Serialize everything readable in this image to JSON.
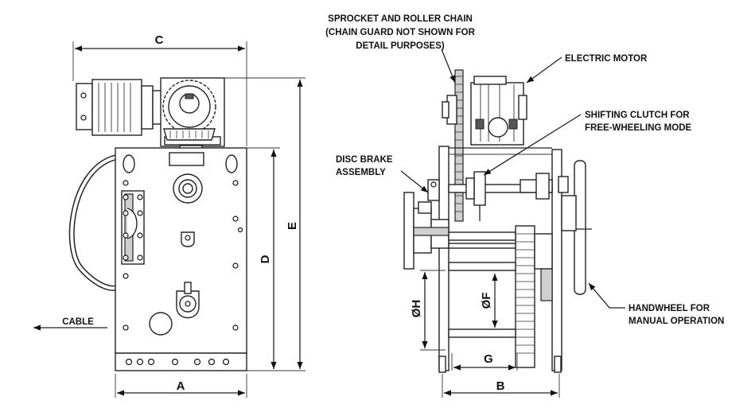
{
  "dimensions": {
    "a": "A",
    "b": "B",
    "c": "C",
    "d": "D",
    "e": "E",
    "f": "ØF",
    "g": "G",
    "h": "ØH"
  },
  "callouts": {
    "sprocket": [
      "SPROCKET AND ROLLER CHAIN",
      "(CHAIN GUARD NOT SHOWN FOR",
      "DETAIL PURPOSES)"
    ],
    "motor": [
      "ELECTRIC MOTOR"
    ],
    "clutch": [
      "SHIFTING CLUTCH FOR",
      "FREE-WHEELING MODE"
    ],
    "brake": [
      "DISC BRAKE",
      "ASSEMBLY"
    ],
    "handwheel": [
      "HANDWHEEL FOR",
      "MANUAL OPERATION"
    ],
    "cable": [
      "CABLE"
    ]
  }
}
